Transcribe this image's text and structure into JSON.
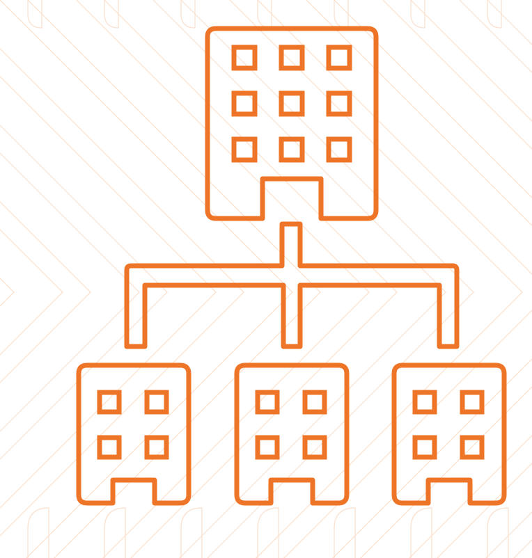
{
  "icon": {
    "name": "company-hierarchy-icon",
    "description_label": "",
    "stroke_color": "#EE7527",
    "pattern_color": "#FBE3D3",
    "background_color": "#FFFFFF",
    "headquarters": {
      "name": "headquarters-building",
      "window_rows": 3,
      "window_cols": 3
    },
    "branches": [
      {
        "name": "branch-building-left",
        "window_rows": 2,
        "window_cols": 2
      },
      {
        "name": "branch-building-center",
        "window_rows": 2,
        "window_cols": 2
      },
      {
        "name": "branch-building-right",
        "window_rows": 2,
        "window_cols": 2
      }
    ],
    "connector": {
      "name": "org-connector",
      "branch_count": 3
    }
  }
}
